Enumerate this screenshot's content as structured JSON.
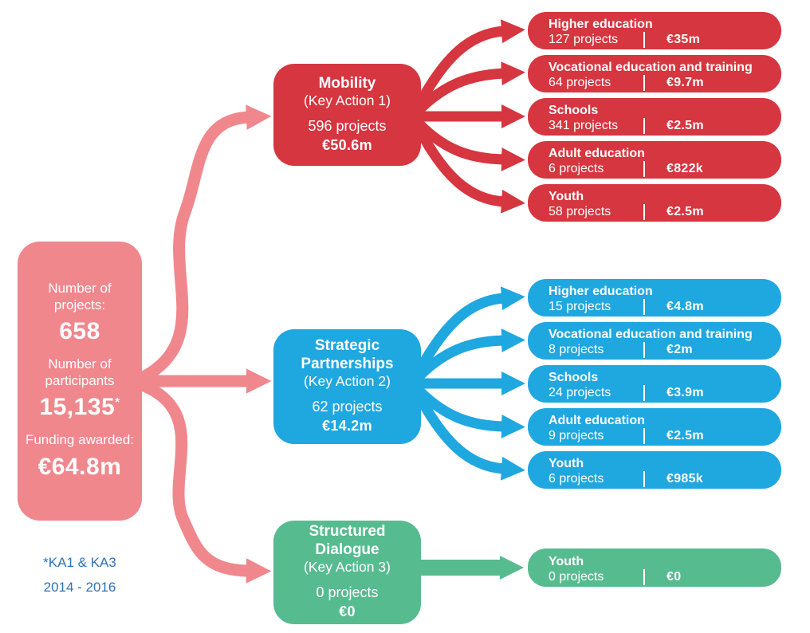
{
  "palette": {
    "pink": "#F0878D",
    "red": "#D6363F",
    "blue": "#1FA7E0",
    "green": "#57BB90",
    "white": "#FFFFFF",
    "footnote": "#2B73BB"
  },
  "summary": {
    "projects_label": "Number of projects:",
    "projects_value": "658",
    "participants_label": "Number of participants",
    "participants_value": "15,135",
    "participants_marker": "*",
    "funding_label": "Funding awarded:",
    "funding_value": "€64.8m"
  },
  "footnote": {
    "line1": "*KA1 & KA3",
    "line2": "2014 - 2016"
  },
  "actions": [
    {
      "title": "Mobility",
      "subtitle": "(Key Action 1)",
      "projects": "596 projects",
      "funding": "€50.6m",
      "color": "#D6363F",
      "sectors": [
        {
          "name": "Higher education",
          "projects": "127 projects",
          "funding": "€35m"
        },
        {
          "name": "Vocational education and training",
          "projects": "64 projects",
          "funding": "€9.7m"
        },
        {
          "name": "Schools",
          "projects": "341 projects",
          "funding": "€2.5m"
        },
        {
          "name": "Adult education",
          "projects": "6 projects",
          "funding": "€822k"
        },
        {
          "name": "Youth",
          "projects": "58 projects",
          "funding": "€2.5m"
        }
      ]
    },
    {
      "title": "Strategic Partnerships",
      "subtitle": "(Key Action 2)",
      "projects": "62 projects",
      "funding": "€14.2m",
      "color": "#1FA7E0",
      "sectors": [
        {
          "name": "Higher education",
          "projects": "15 projects",
          "funding": "€4.8m"
        },
        {
          "name": "Vocational education and training",
          "projects": "8 projects",
          "funding": "€2m"
        },
        {
          "name": "Schools",
          "projects": "24 projects",
          "funding": "€3.9m"
        },
        {
          "name": "Adult education",
          "projects": "9 projects",
          "funding": "€2.5m"
        },
        {
          "name": "Youth",
          "projects": "6 projects",
          "funding": "€985k"
        }
      ]
    },
    {
      "title": "Structured Dialogue",
      "subtitle": "(Key Action 3)",
      "projects": "0 projects",
      "funding": "€0",
      "color": "#57BB90",
      "sectors": [
        {
          "name": "Youth",
          "projects": "0 projects",
          "funding": "€0"
        }
      ]
    }
  ]
}
